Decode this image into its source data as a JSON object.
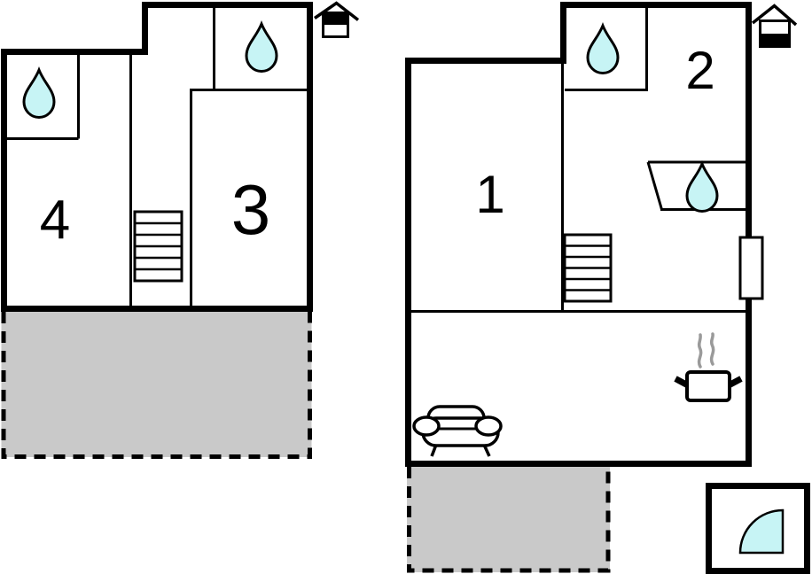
{
  "colors": {
    "wall": "#000000",
    "water_fill": "#c7f4f5",
    "terrace_fill": "#c9c9c9",
    "steam": "#9a9a9a",
    "background": "#ffffff"
  },
  "plans": {
    "upper": {
      "storey": "upper",
      "rooms": [
        {
          "label": "4"
        },
        {
          "label": "3"
        }
      ],
      "icons": [
        "water-drop-icon",
        "water-drop-icon",
        "staircase-icon",
        "terrace-area",
        "house-storey-icon"
      ]
    },
    "ground": {
      "storey": "ground",
      "rooms": [
        {
          "label": "1"
        },
        {
          "label": "2"
        }
      ],
      "icons": [
        "water-drop-icon",
        "water-drop-icon",
        "staircase-icon",
        "sofa-icon",
        "cooking-pot-icon",
        "door-icon",
        "shower-icon",
        "terrace-area",
        "house-storey-icon"
      ]
    }
  }
}
